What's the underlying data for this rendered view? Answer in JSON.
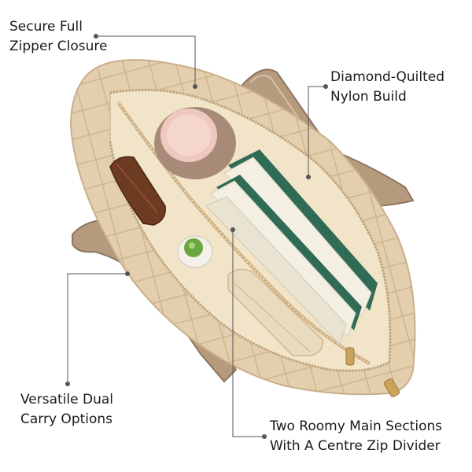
{
  "callouts": {
    "zipper": {
      "line1": "Secure Full",
      "line2": "Zipper Closure"
    },
    "quilt": {
      "line1": "Diamond-Quilted",
      "line2": "Nylon Build"
    },
    "carry": {
      "line1": "Versatile Dual",
      "line2": "Carry Options"
    },
    "sections": {
      "line1": "Two Roomy Main Sections",
      "line2": "With A Centre Zip Divider"
    }
  },
  "colors": {
    "bag_fabric": "#e3ceae",
    "bag_fabric_shadow": "#c9b08b",
    "lining": "#f1e4c8",
    "strap": "#b59a7e",
    "strap_edge": "#8f7660",
    "book_green": "#2f6b55",
    "book_pages": "#f3efe3",
    "cup_pink": "#efc9bf",
    "cup_brown": "#a88a78",
    "wallet_brown": "#6d3a22",
    "leader_line": "#555555"
  }
}
